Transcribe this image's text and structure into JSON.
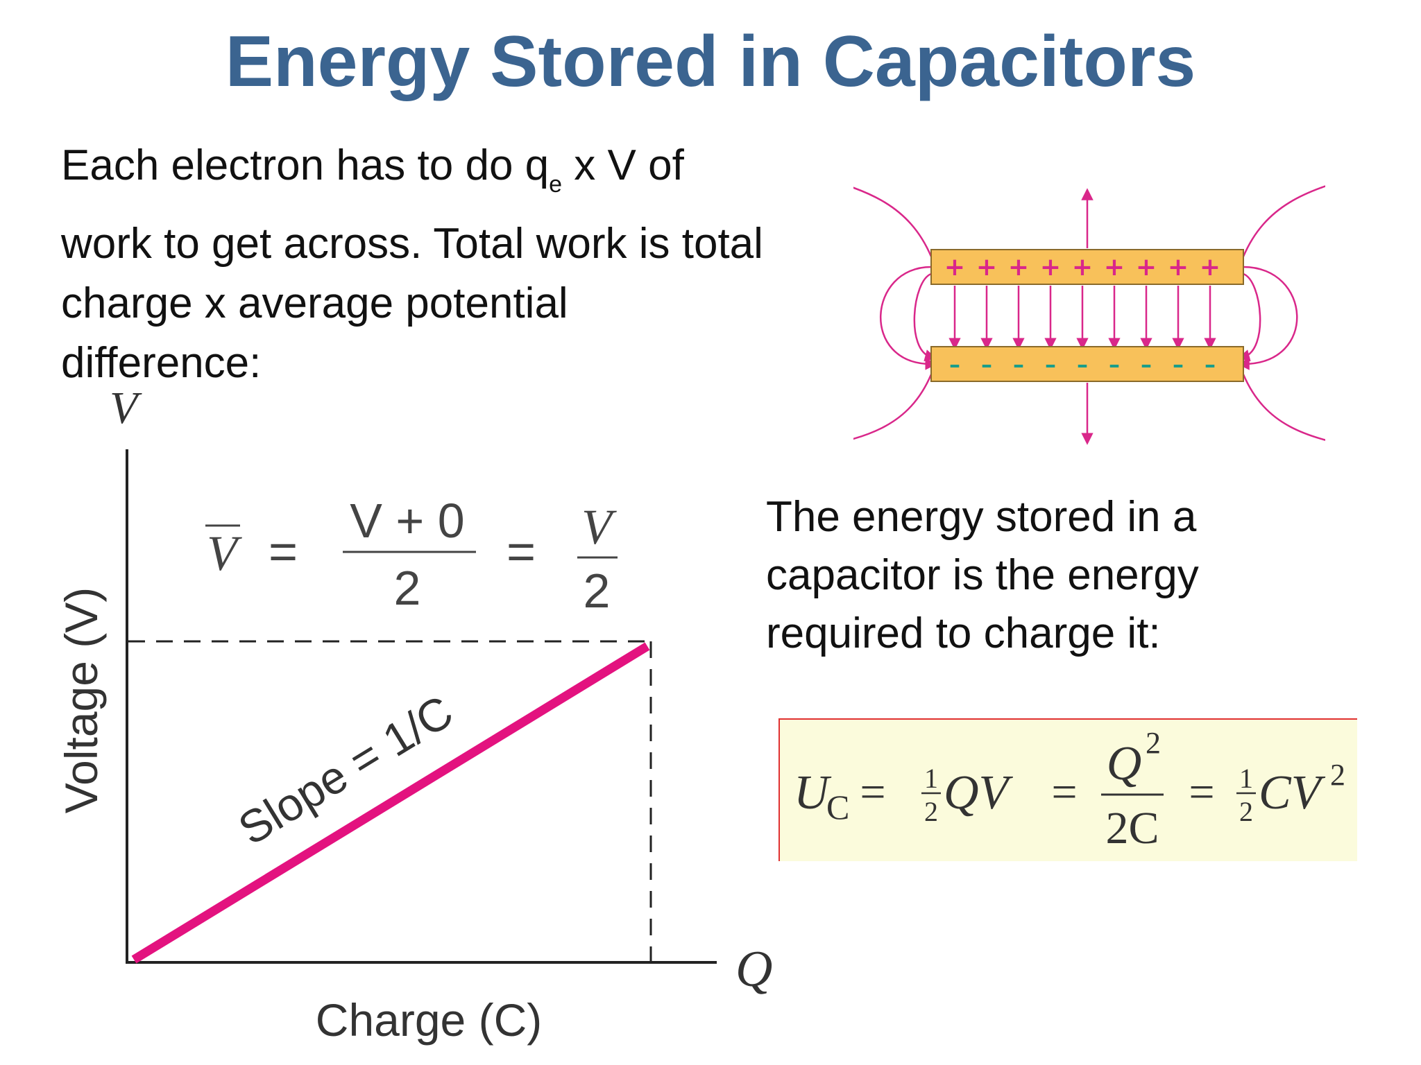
{
  "slide": {
    "title": "Energy Stored in Capacitors",
    "intro": {
      "before": "Each electron has to do q",
      "subscript": "e",
      "after": " x V of work to get across. Total work is total charge x average potential difference:"
    },
    "energy_text": "The energy stored in a capacitor is the energy required to charge it:"
  },
  "graph": {
    "y_axis_symbol": "V",
    "x_axis_symbol": "Q",
    "y_axis_label": "Voltage (V)",
    "x_axis_label": "Charge (C)",
    "slope_label": "Slope = 1/C",
    "average_formula": {
      "lhs": "V",
      "equals": "=",
      "num": "V + 0",
      "den": "2",
      "num2": "V",
      "den2": "2"
    },
    "line_color": "#e3127f"
  },
  "capacitor": {
    "plus_sign": "+",
    "minus_sign": "–",
    "plate_color": "#f8c15a",
    "field_color": "#d9278a"
  },
  "equation": {
    "U": "U",
    "U_sub": "C",
    "eq": "=",
    "half_num": "1",
    "half_den": "2",
    "QV": "QV",
    "Q": "Q",
    "sq": "2",
    "twoC": "2C",
    "CV": "CV"
  },
  "colors": {
    "title": "#3b6490",
    "equation_bg": "#fbfbdc",
    "equation_border": "#e03030"
  }
}
